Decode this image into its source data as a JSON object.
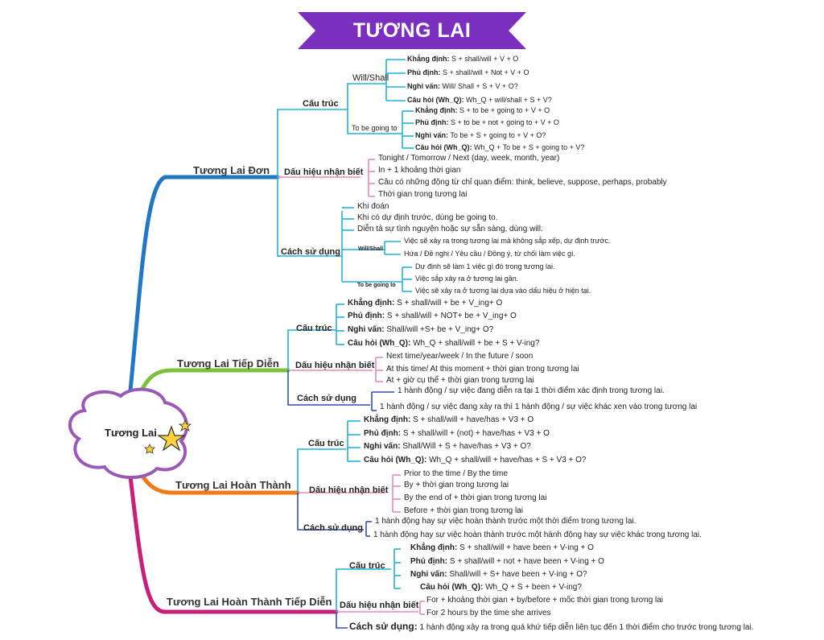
{
  "title": "TƯƠNG LAI",
  "root": "Tương Lai",
  "colors": {
    "banner": "#7b2fbe",
    "root_border": "#9b59b6",
    "blue": "#1f77c6",
    "green": "#7cc13b",
    "orange": "#f07a1a",
    "magenta": "#c8207a",
    "cyan": "#21b3d6",
    "pink": "#e58bb8",
    "navy": "#2f4fb5",
    "star": "#ffd23a"
  },
  "b1": {
    "name": "Tương Lai Đơn",
    "structure": "Cấu trúc",
    "will_shall": "Will/Shall",
    "ws1_b": "Khẳng định:",
    "ws1": " S + shall/will + V + O",
    "ws2_b": "Phủ định:",
    "ws2": " S + shall/will + Not + V + O",
    "ws3_b": "Nghi vấn:",
    "ws3": " Will/ Shall + S + V + O?",
    "ws4_b": "Câu hỏi (Wh_Q):",
    "ws4": " Wh_Q + will/shall + S + V?",
    "going": "To be going to",
    "bg1_b": "Khẳng định:",
    "bg1": " S + to be + going to + V + O",
    "bg2_b": "Phủ định:",
    "bg2": " S + to be + not + going to + V + O",
    "bg3_b": "Nghi vấn:",
    "bg3": " To be + S + going to + V + O?",
    "bg4_b": "Câu hỏi (Wh_Q):",
    "bg4": " Wh_Q + To be + S + going to + V?",
    "signs": "Dấu hiệu nhận biết",
    "sg1": "Tonight / Tomorrow / Next (day, week, month, year)",
    "sg2": "In + 1 khoảng thời gian",
    "sg3": "Câu có những động từ chỉ quan điểm: think, believe, suppose, perhaps, probably",
    "sg4": "Thời gian trong tương lai",
    "usage": "Cách sử dụng",
    "u1": "Khi đoán",
    "u2": "Khi có dự định trước, dùng be going to.",
    "u3": "Diễn tả sự tình nguyện hoặc sự sẵn sàng, dùng will.",
    "u_ws": "Will/Shall",
    "uw1": "Việc sẽ xảy ra trong tương lai mà không sắp xếp, dự định trước.",
    "uw2": "Hứa / Đề nghị / Yêu cầu / Đồng ý, từ chối làm việc gì.",
    "u_going": "To be going to",
    "ug1": "Dự định sẽ làm 1 việc gì đó trong tương lai.",
    "ug2": "Việc sắp xảy ra ở tương lai gần.",
    "ug3": "Việc sẽ xảy ra ở tương lai dựa vào dấu hiệu ở hiện tại."
  },
  "b2": {
    "name": "Tương Lai Tiếp Diễn",
    "structure": "Cấu trúc",
    "s1_b": "Khẳng định:",
    "s1": " S + shall/will + be + V_ing+ O",
    "s2_b": "Phủ định:",
    "s2": " S + shall/will + NOT+ be + V_ing+ O",
    "s3_b": "Nghi vấn:",
    "s3": " Shall/will +S+ be + V_ing+ O?",
    "s4_b": "Câu hỏi (Wh_Q):",
    "s4": " Wh_Q + shall/will + be + S + V-ing?",
    "signs": "Dấu hiệu nhận biết",
    "sg1": "Next time/year/week / In the future / soon",
    "sg2": "At this time/ At this moment + thời gian trong tương lai",
    "sg3": "At + giờ cụ thể + thời gian trong tương lai",
    "usage": "Cách sử dụng",
    "u1": "1 hành động / sự việc đang diễn ra tại 1 thời điểm xác định trong tương lai.",
    "u2": "1 hành động / sự việc đang xảy ra thì 1 hành động / sự việc khác xen vào trong tương lai"
  },
  "b3": {
    "name": "Tương Lai Hoàn Thành",
    "structure": "Cấu trúc",
    "s1_b": "Khẳng định:",
    "s1": " S + shall/will + have/has + V3 + O",
    "s2_b": "Phủ định:",
    "s2": " S + shall/will + (not) + have/has + V3 + O",
    "s3_b": "Nghi vấn:",
    "s3": " Shall/Will + S + have/has + V3 + O?",
    "s4_b": "Câu hỏi (Wh_Q):",
    "s4": " Wh_Q + shall/will + have/has + S + V3 + O?",
    "signs": "Dấu hiệu nhận biết",
    "sg1": "Prior to the time / By the time",
    "sg2": "By + thời gian trong tương lai",
    "sg3": "By the end of + thời gian trong tương lai",
    "sg4": "Before + thời gian trong tương lai",
    "usage": "Cách sử dụng",
    "u1": "1 hành động hay sự việc hoàn thành trước một thời điểm trong tương lai.",
    "u2": "1 hành động hay sự việc hoàn thành trước một hành động hay sự việc khác trong tương lai."
  },
  "b4": {
    "name": "Tương Lai Hoàn Thành Tiếp Diễn",
    "structure": "Cấu trúc",
    "s1_b": "Khẳng định:",
    "s1": " S + shall/will + have been + V-ing + O",
    "s2_b": "Phủ định:",
    "s2": " S + shall/will + not + have been + V-ing + O",
    "s3_b": "Nghi vấn:",
    "s3": " Shall/will + S+ have been + V-ing + O?",
    "s4_b": "Câu hỏi (Wh_Q):",
    "s4": " Wh_Q + S + been + V-ing?",
    "signs": "Dấu hiệu nhận biết",
    "sg1": "For + khoảng thời gian + by/before + mốc thời gian trong tương lai",
    "sg2": "For 2 hours by the time she arrives",
    "usage_b": "Cách sử dụng:",
    "usage": " 1 hành động xảy ra trong quá khứ tiếp diễn liên tục đến 1 thời điểm cho trước trong tương lai."
  }
}
